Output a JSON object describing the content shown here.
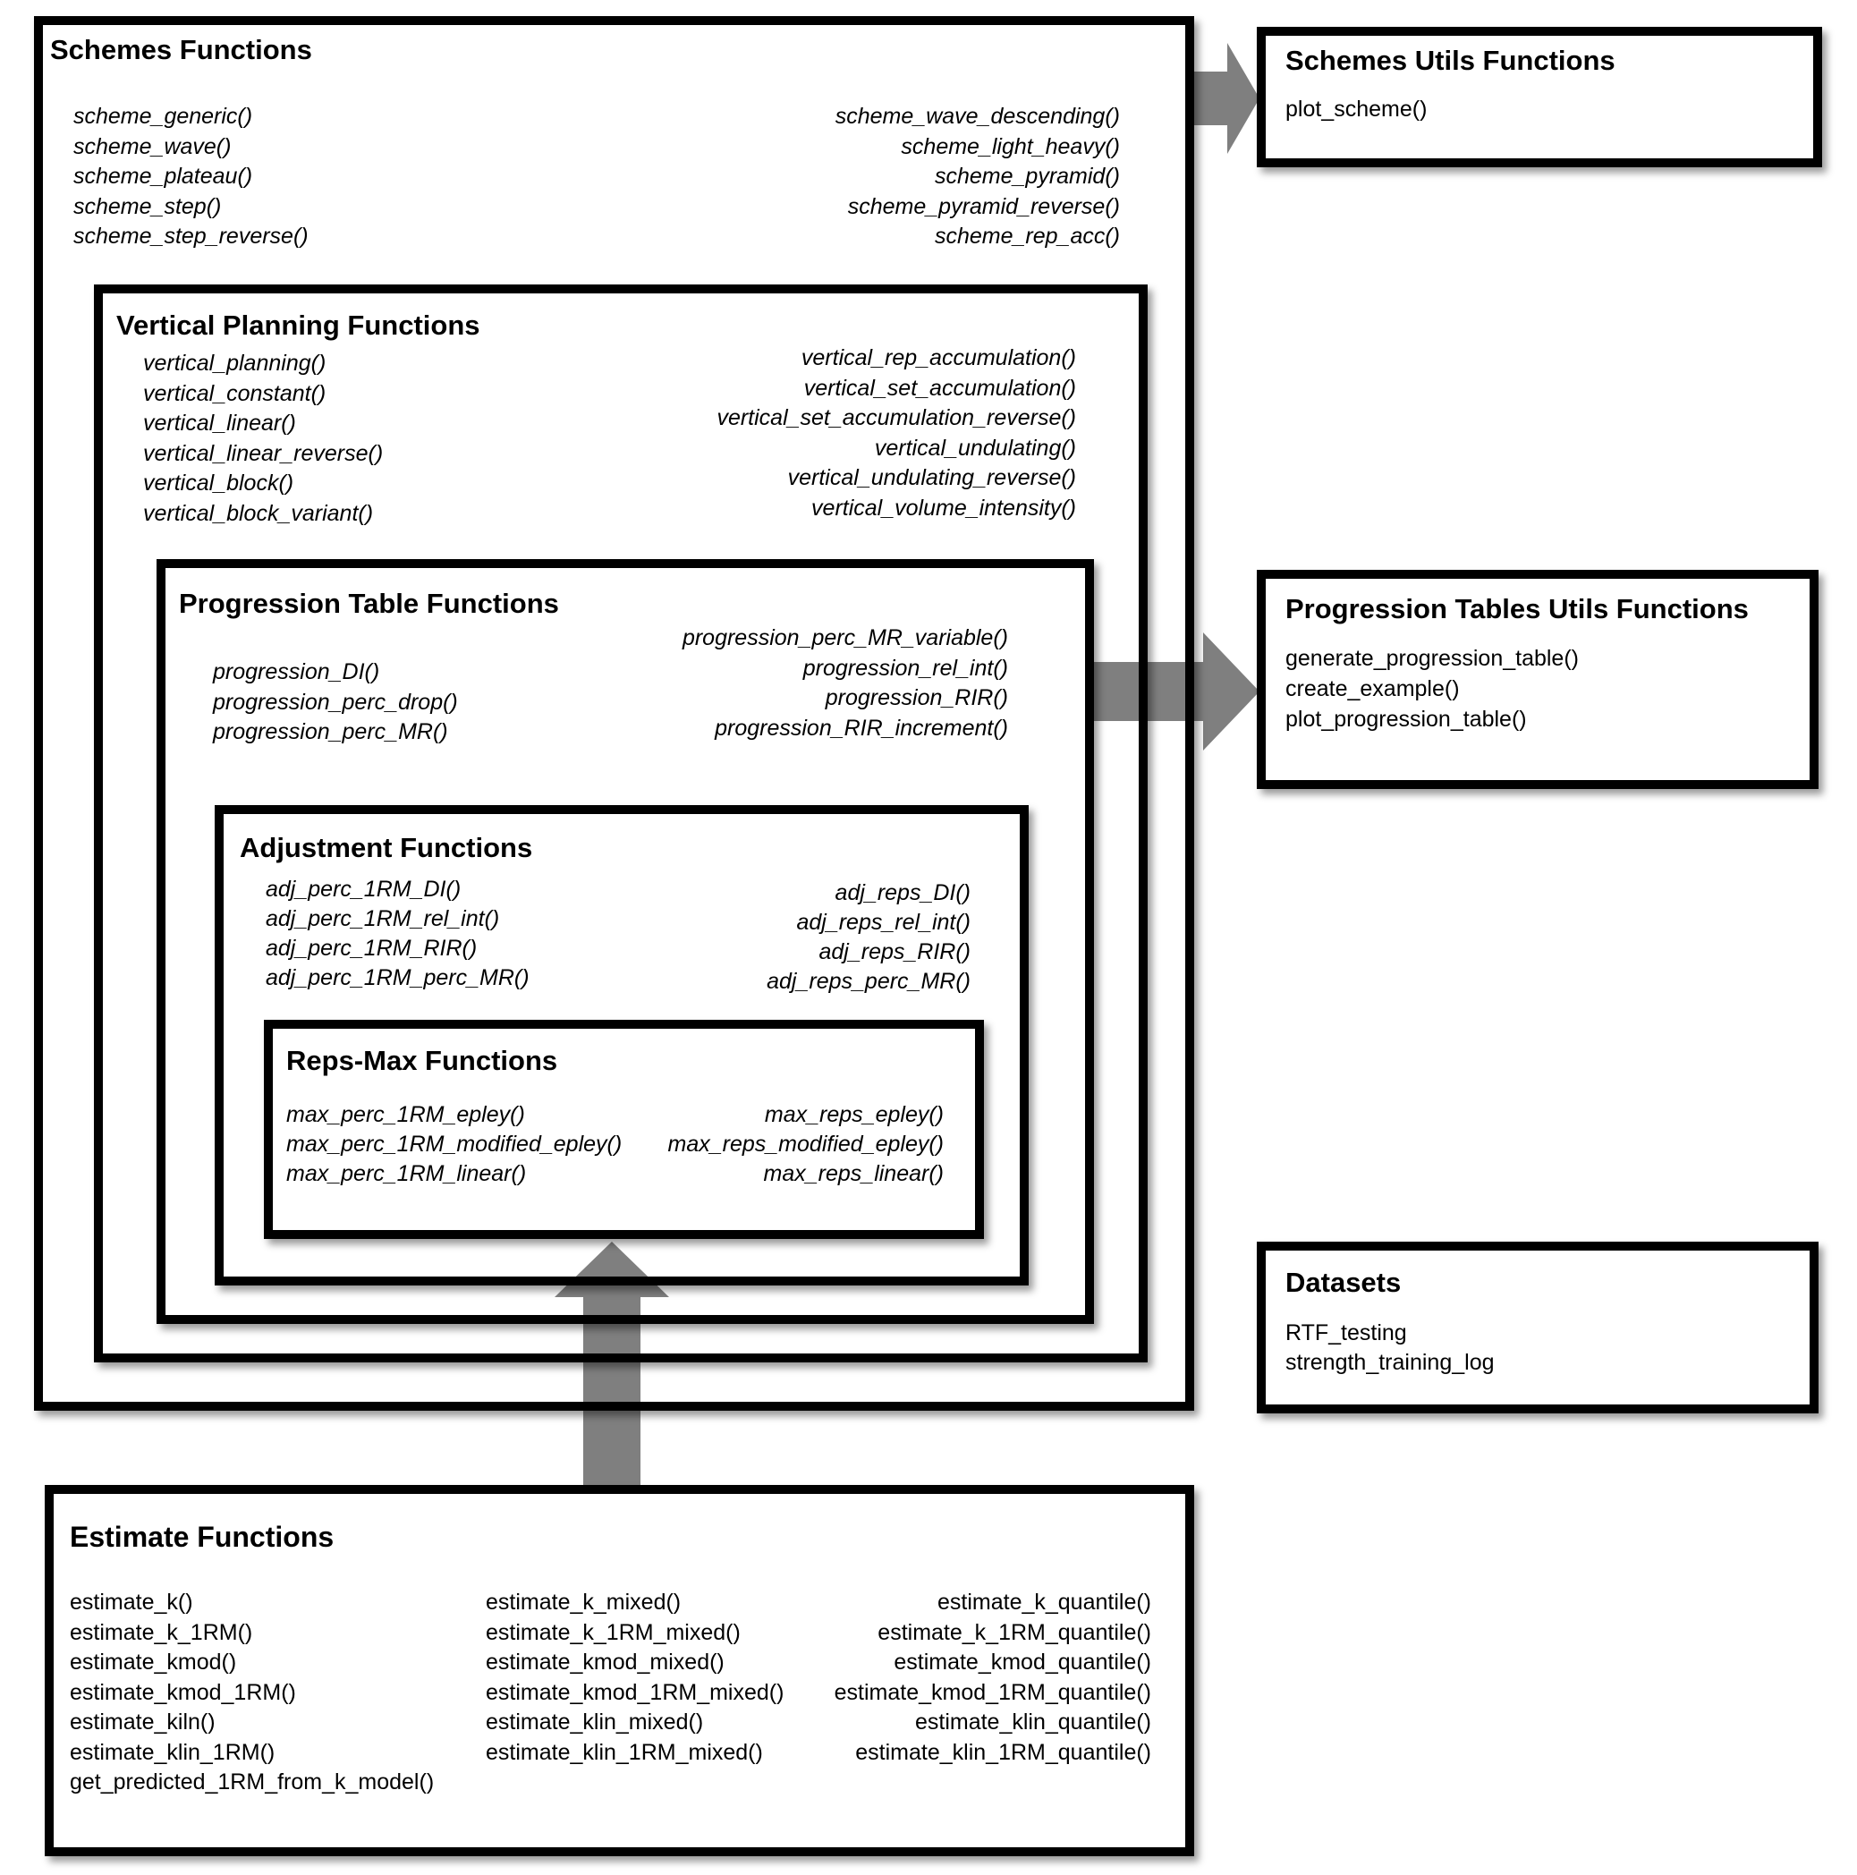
{
  "colors": {
    "background": "#ffffff",
    "border": "#000000",
    "arrow": "#7f7f7f",
    "text": "#000000"
  },
  "schemes": {
    "title": "Schemes Functions",
    "left": [
      "scheme_generic()",
      "scheme_wave()",
      "scheme_plateau()",
      "scheme_step()",
      "scheme_step_reverse()"
    ],
    "right": [
      "scheme_wave_descending()",
      "scheme_light_heavy()",
      "scheme_pyramid()",
      "scheme_pyramid_reverse()",
      "scheme_rep_acc()"
    ]
  },
  "vertical": {
    "title": "Vertical Planning Functions",
    "left": [
      "vertical_planning()",
      "vertical_constant()",
      "vertical_linear()",
      "vertical_linear_reverse()",
      "vertical_block()",
      "vertical_block_variant()"
    ],
    "right": [
      "vertical_rep_accumulation()",
      "vertical_set_accumulation()",
      "vertical_set_accumulation_reverse()",
      "vertical_undulating()",
      "vertical_undulating_reverse()",
      "vertical_volume_intensity()"
    ]
  },
  "progression": {
    "title": "Progression Table Functions",
    "left": [
      "progression_DI()",
      "progression_perc_drop()",
      "progression_perc_MR()"
    ],
    "right": [
      "progression_perc_MR_variable()",
      "progression_rel_int()",
      "progression_RIR()",
      "progression_RIR_increment()"
    ]
  },
  "adjustment": {
    "title": "Adjustment Functions",
    "left": [
      "adj_perc_1RM_DI()",
      "adj_perc_1RM_rel_int()",
      "adj_perc_1RM_RIR()",
      "adj_perc_1RM_perc_MR()"
    ],
    "right": [
      "adj_reps_DI()",
      "adj_reps_rel_int()",
      "adj_reps_RIR()",
      "adj_reps_perc_MR()"
    ]
  },
  "reps_max": {
    "title": "Reps-Max Functions",
    "left": [
      "max_perc_1RM_epley()",
      "max_perc_1RM_modified_epley()",
      "max_perc_1RM_linear()"
    ],
    "right": [
      "max_reps_epley()",
      "max_reps_modified_epley()",
      "max_reps_linear()"
    ]
  },
  "schemes_utils": {
    "title": "Schemes Utils Functions",
    "items": [
      "plot_scheme()"
    ]
  },
  "progression_utils": {
    "title": "Progression Tables Utils Functions",
    "items": [
      "generate_progression_table()",
      "create_example()",
      "plot_progression_table()"
    ]
  },
  "datasets": {
    "title": "Datasets",
    "items": [
      "RTF_testing",
      "strength_training_log"
    ]
  },
  "estimate": {
    "title": "Estimate Functions",
    "col1": [
      "estimate_k()",
      "estimate_k_1RM()",
      "estimate_kmod()",
      "estimate_kmod_1RM()",
      "estimate_kiln()",
      "estimate_klin_1RM()",
      "get_predicted_1RM_from_k_model()"
    ],
    "col2": [
      "estimate_k_mixed()",
      "estimate_k_1RM_mixed()",
      "estimate_kmod_mixed()",
      "estimate_kmod_1RM_mixed()",
      "estimate_klin_mixed()",
      "estimate_klin_1RM_mixed()"
    ],
    "col3": [
      "estimate_k_quantile()",
      "estimate_k_1RM_quantile()",
      "estimate_kmod_quantile()",
      "estimate_kmod_1RM_quantile()",
      "estimate_klin_quantile()",
      "estimate_klin_1RM_quantile()"
    ]
  }
}
